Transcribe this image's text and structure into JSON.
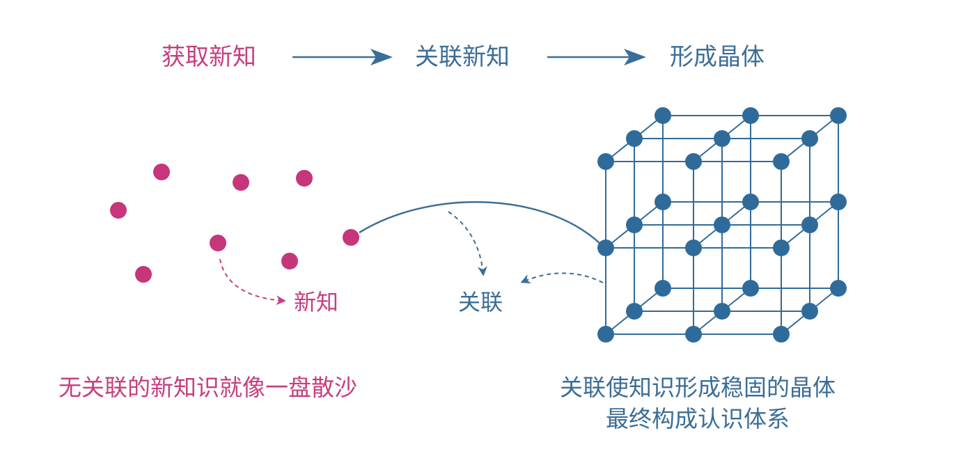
{
  "flow": {
    "step1": "获取新知",
    "step2": "关联新知",
    "step3": "形成晶体"
  },
  "labels": {
    "new_knowledge": "新知",
    "relation": "关联"
  },
  "captions": {
    "left": "无关联的新知识就像一盘散沙",
    "right_line1": "关联使知识形成稳固的晶体",
    "right_line2": "最终构成认识体系"
  },
  "colors": {
    "pink": "#c63f7f",
    "dot_pink": "#c7357a",
    "blue": "#3b6e97",
    "node_blue": "#2f6b9a"
  }
}
